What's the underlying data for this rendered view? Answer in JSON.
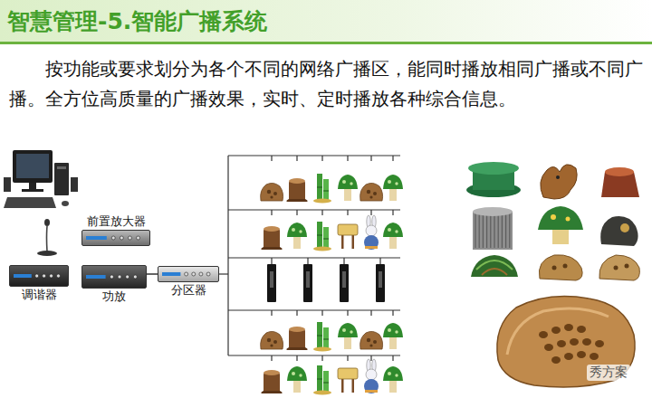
{
  "diagram": {
    "title": "智慧管理-5.智能广播系统",
    "nodes": [
      {
        "text": [
          "前置放大器"
        ]
      },
      {
        "text": [
          "调谐器"
        ]
      },
      {
        "text": [
          "功放"
        ]
      },
      {
        "text": [
          "分区器"
        ]
      }
    ],
    "edges": [
      {
        "from": 2,
        "to": 3,
        "arrow": "none"
      }
    ],
    "labels": [
      "按功能或要求划分为各个不同的网络广播区，能同时播放相同广播或不同广播。全方位高质量的广播效果，实时、定时播放各种综合信息。",
      "秀方案"
    ]
  }
}
